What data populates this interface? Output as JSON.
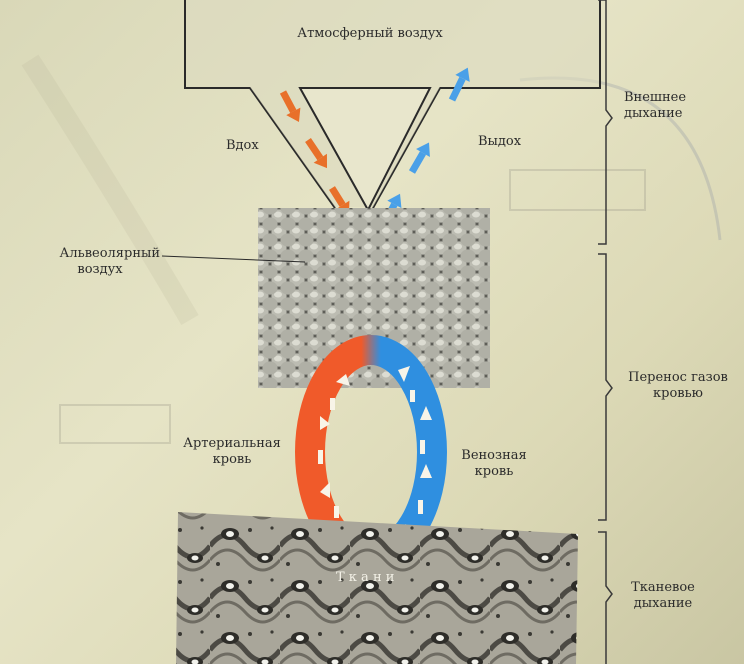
{
  "labels": {
    "atmospheric_air": "Атмосферный воздух",
    "inhale": "Вдох",
    "exhale": "Выдох",
    "alveolar_air_line1": "Альвеолярный",
    "alveolar_air_line2": "воздух",
    "arterial_line1": "Артериальная",
    "arterial_line2": "кровь",
    "venous_line1": "Венозная",
    "venous_line2": "кровь",
    "tissues": "Т к а н и",
    "external_line1": "Внешнее",
    "external_line2": "дыхание",
    "transport_line1": "Перенос газов",
    "transport_line2": "кровью",
    "tissue_resp_line1": "Тканевое",
    "tissue_resp_line2": "дыхание"
  },
  "colors": {
    "arterial": "#f05a2a",
    "venous": "#2f8fe0",
    "inhale_arrow": "#e8702a",
    "exhale_arrow": "#4aa0e8",
    "outline": "#2a2a2a",
    "background": "#e2e0c2"
  }
}
